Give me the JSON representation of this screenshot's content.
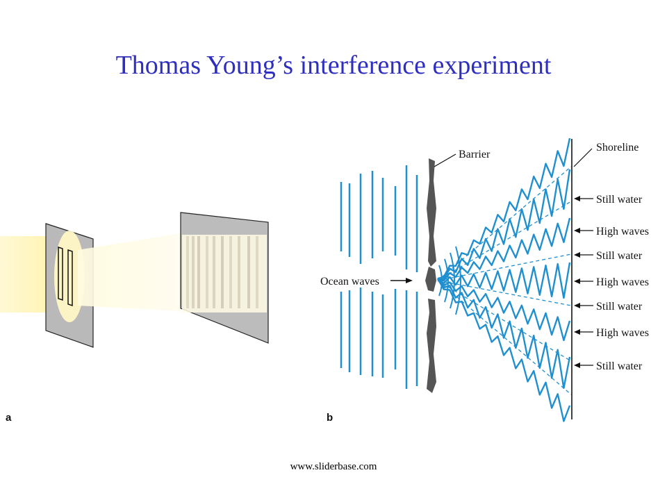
{
  "slide": {
    "title": "Thomas Young’s interference experiment",
    "footer": "www.sliderbase.com"
  },
  "panel_a": {
    "letter": "a"
  },
  "panel_b": {
    "letter": "b",
    "barrier": "Barrier",
    "shoreline": "Shoreline",
    "ocean_waves": "Ocean waves",
    "labels": [
      "Still water",
      "High waves",
      "Still water",
      "High waves",
      "Still water",
      "High waves",
      "Still water"
    ]
  },
  "colors": {
    "title": "#2f2fbf",
    "wave": "#1f8fd0",
    "beam": "#fff6c2",
    "barrier": "#555555",
    "screen": "#bdbdbd"
  }
}
